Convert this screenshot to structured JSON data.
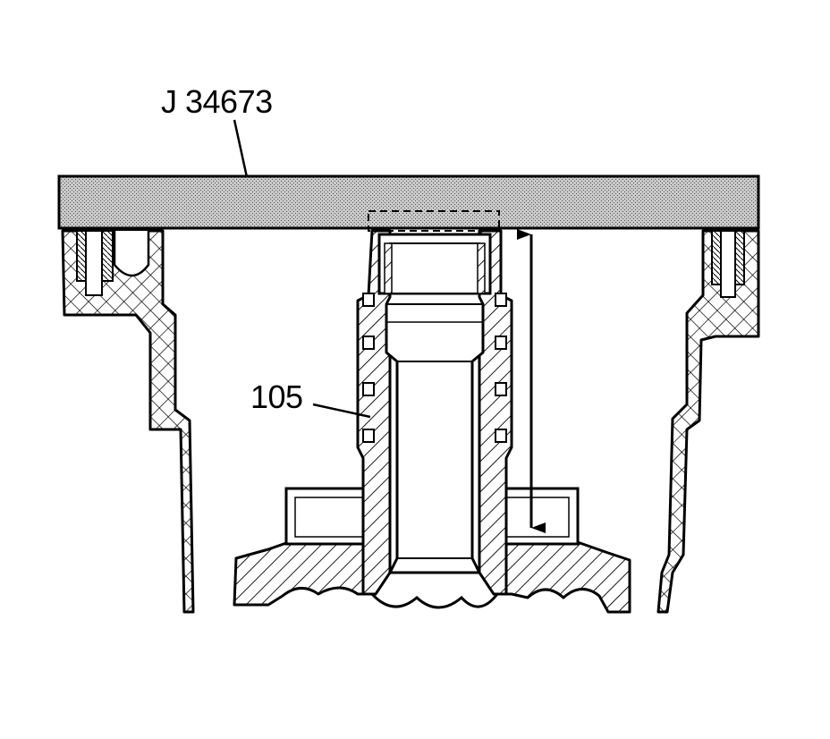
{
  "labels": {
    "tool": "J 34673",
    "part": "105"
  },
  "colors": {
    "ink": "#000000",
    "paper": "#ffffff",
    "tool_fill": "#b8b8b8"
  },
  "icons": {
    "measurement_arrow": "double-headed-arrow"
  }
}
